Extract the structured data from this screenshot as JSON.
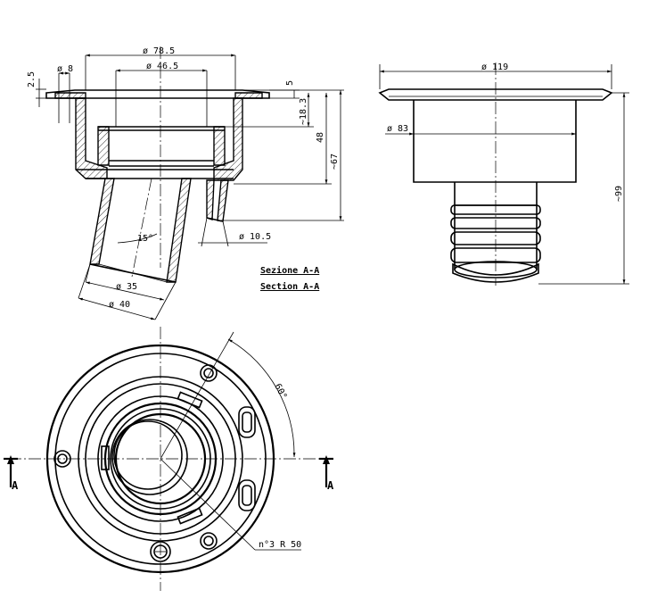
{
  "section_view": {
    "dim_flange_dia": "ø 78.5",
    "dim_inner_dia": "ø 46.5",
    "dim_hole_dia": "ø 8",
    "dim_flange_thk": "2.5",
    "dim_rim": "5",
    "dim_depth_inner": "~18.3",
    "dim_height": "48",
    "dim_overall": "~67",
    "dim_angle": "15°",
    "dim_nozzle": "ø 10.5",
    "dim_outlet_inner": "ø 35",
    "dim_outlet_outer": "ø 40",
    "title_it": "Sezione A-A",
    "title_en": "Section A-A"
  },
  "side_view": {
    "dim_flange_dia": "ø 119",
    "dim_body_dia": "ø 83",
    "dim_overall": "~99"
  },
  "plan_view": {
    "dim_angle": "60°",
    "dim_holes": "n°3 R 50",
    "section_marker_left": "A",
    "section_marker_right": "A"
  }
}
